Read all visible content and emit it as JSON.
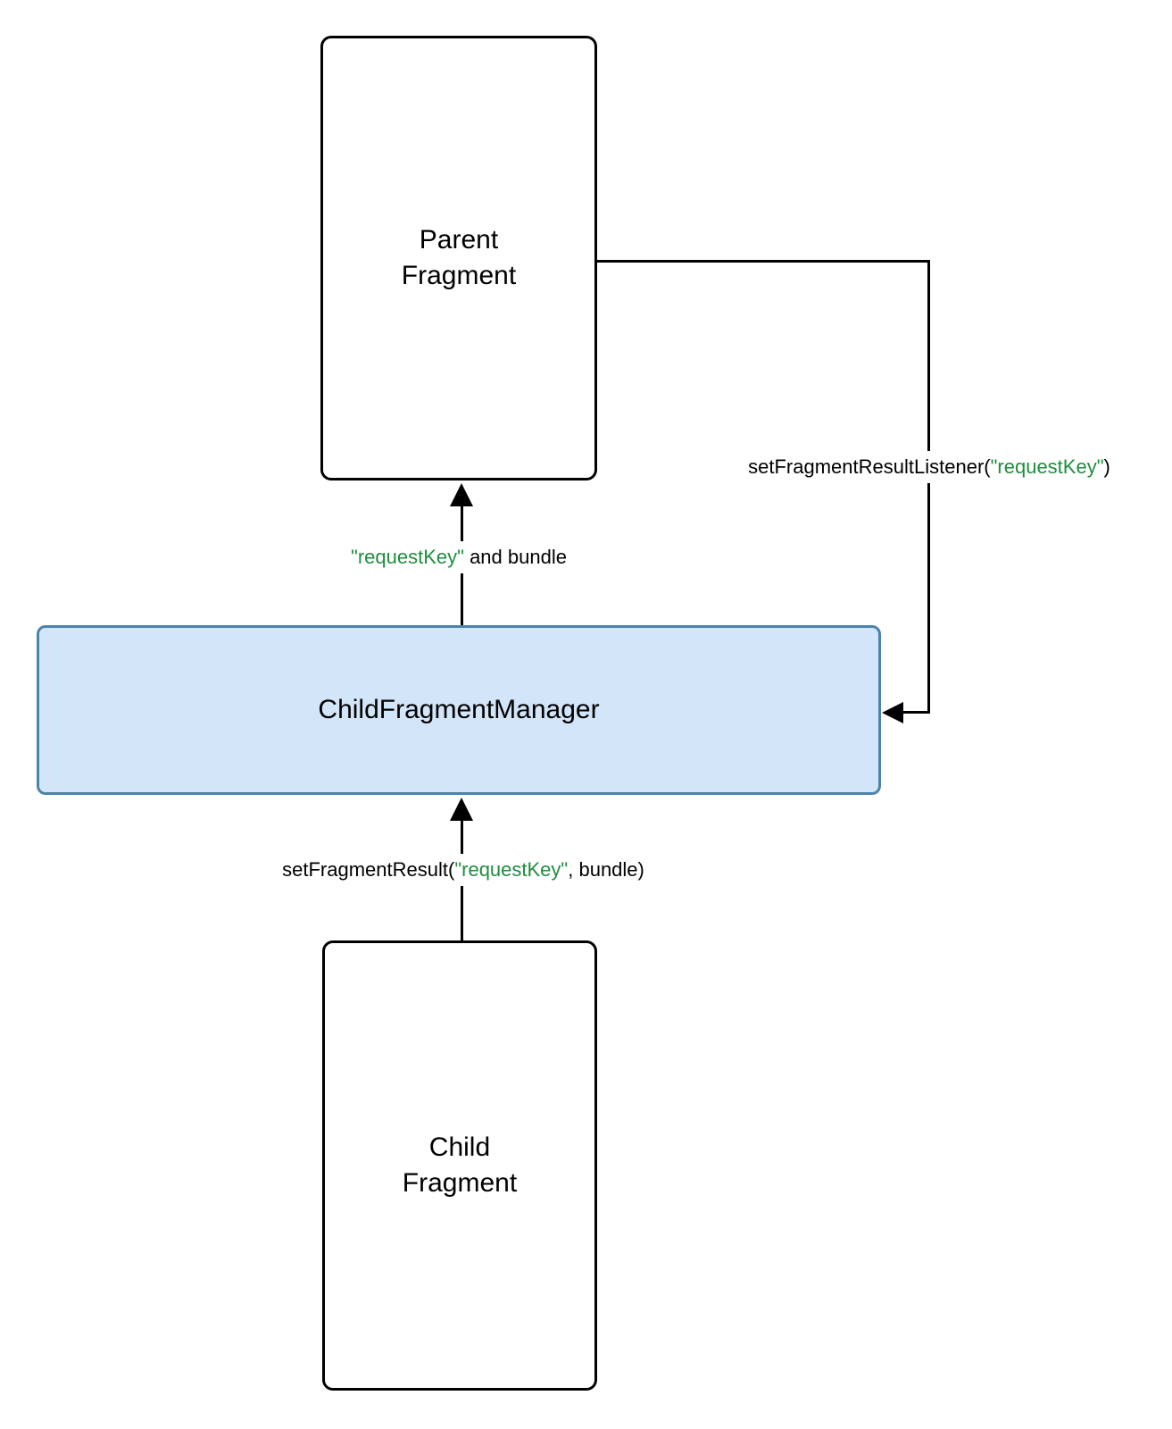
{
  "colors": {
    "canvas_bg": "#ffffff",
    "box_bg": "#ffffff",
    "line": "#000000",
    "text": "#000000",
    "code_green": "#1e8e3e",
    "manager_fill": "#d3e5f8",
    "manager_border": "#4d82ab"
  },
  "boxes": {
    "parent": {
      "label": "Parent\nFragment"
    },
    "manager": {
      "label": "ChildFragmentManager"
    },
    "child": {
      "label": "Child\nFragment"
    }
  },
  "labels": {
    "listener": {
      "pre": "setFragmentResultListener(",
      "key": "\"requestKey\"",
      "post": ")"
    },
    "result": {
      "key": "\"requestKey\"",
      "post": " and bundle"
    },
    "set_result": {
      "pre": "setFragmentResult(",
      "key": "\"requestKey\"",
      "post": ", bundle)"
    }
  }
}
